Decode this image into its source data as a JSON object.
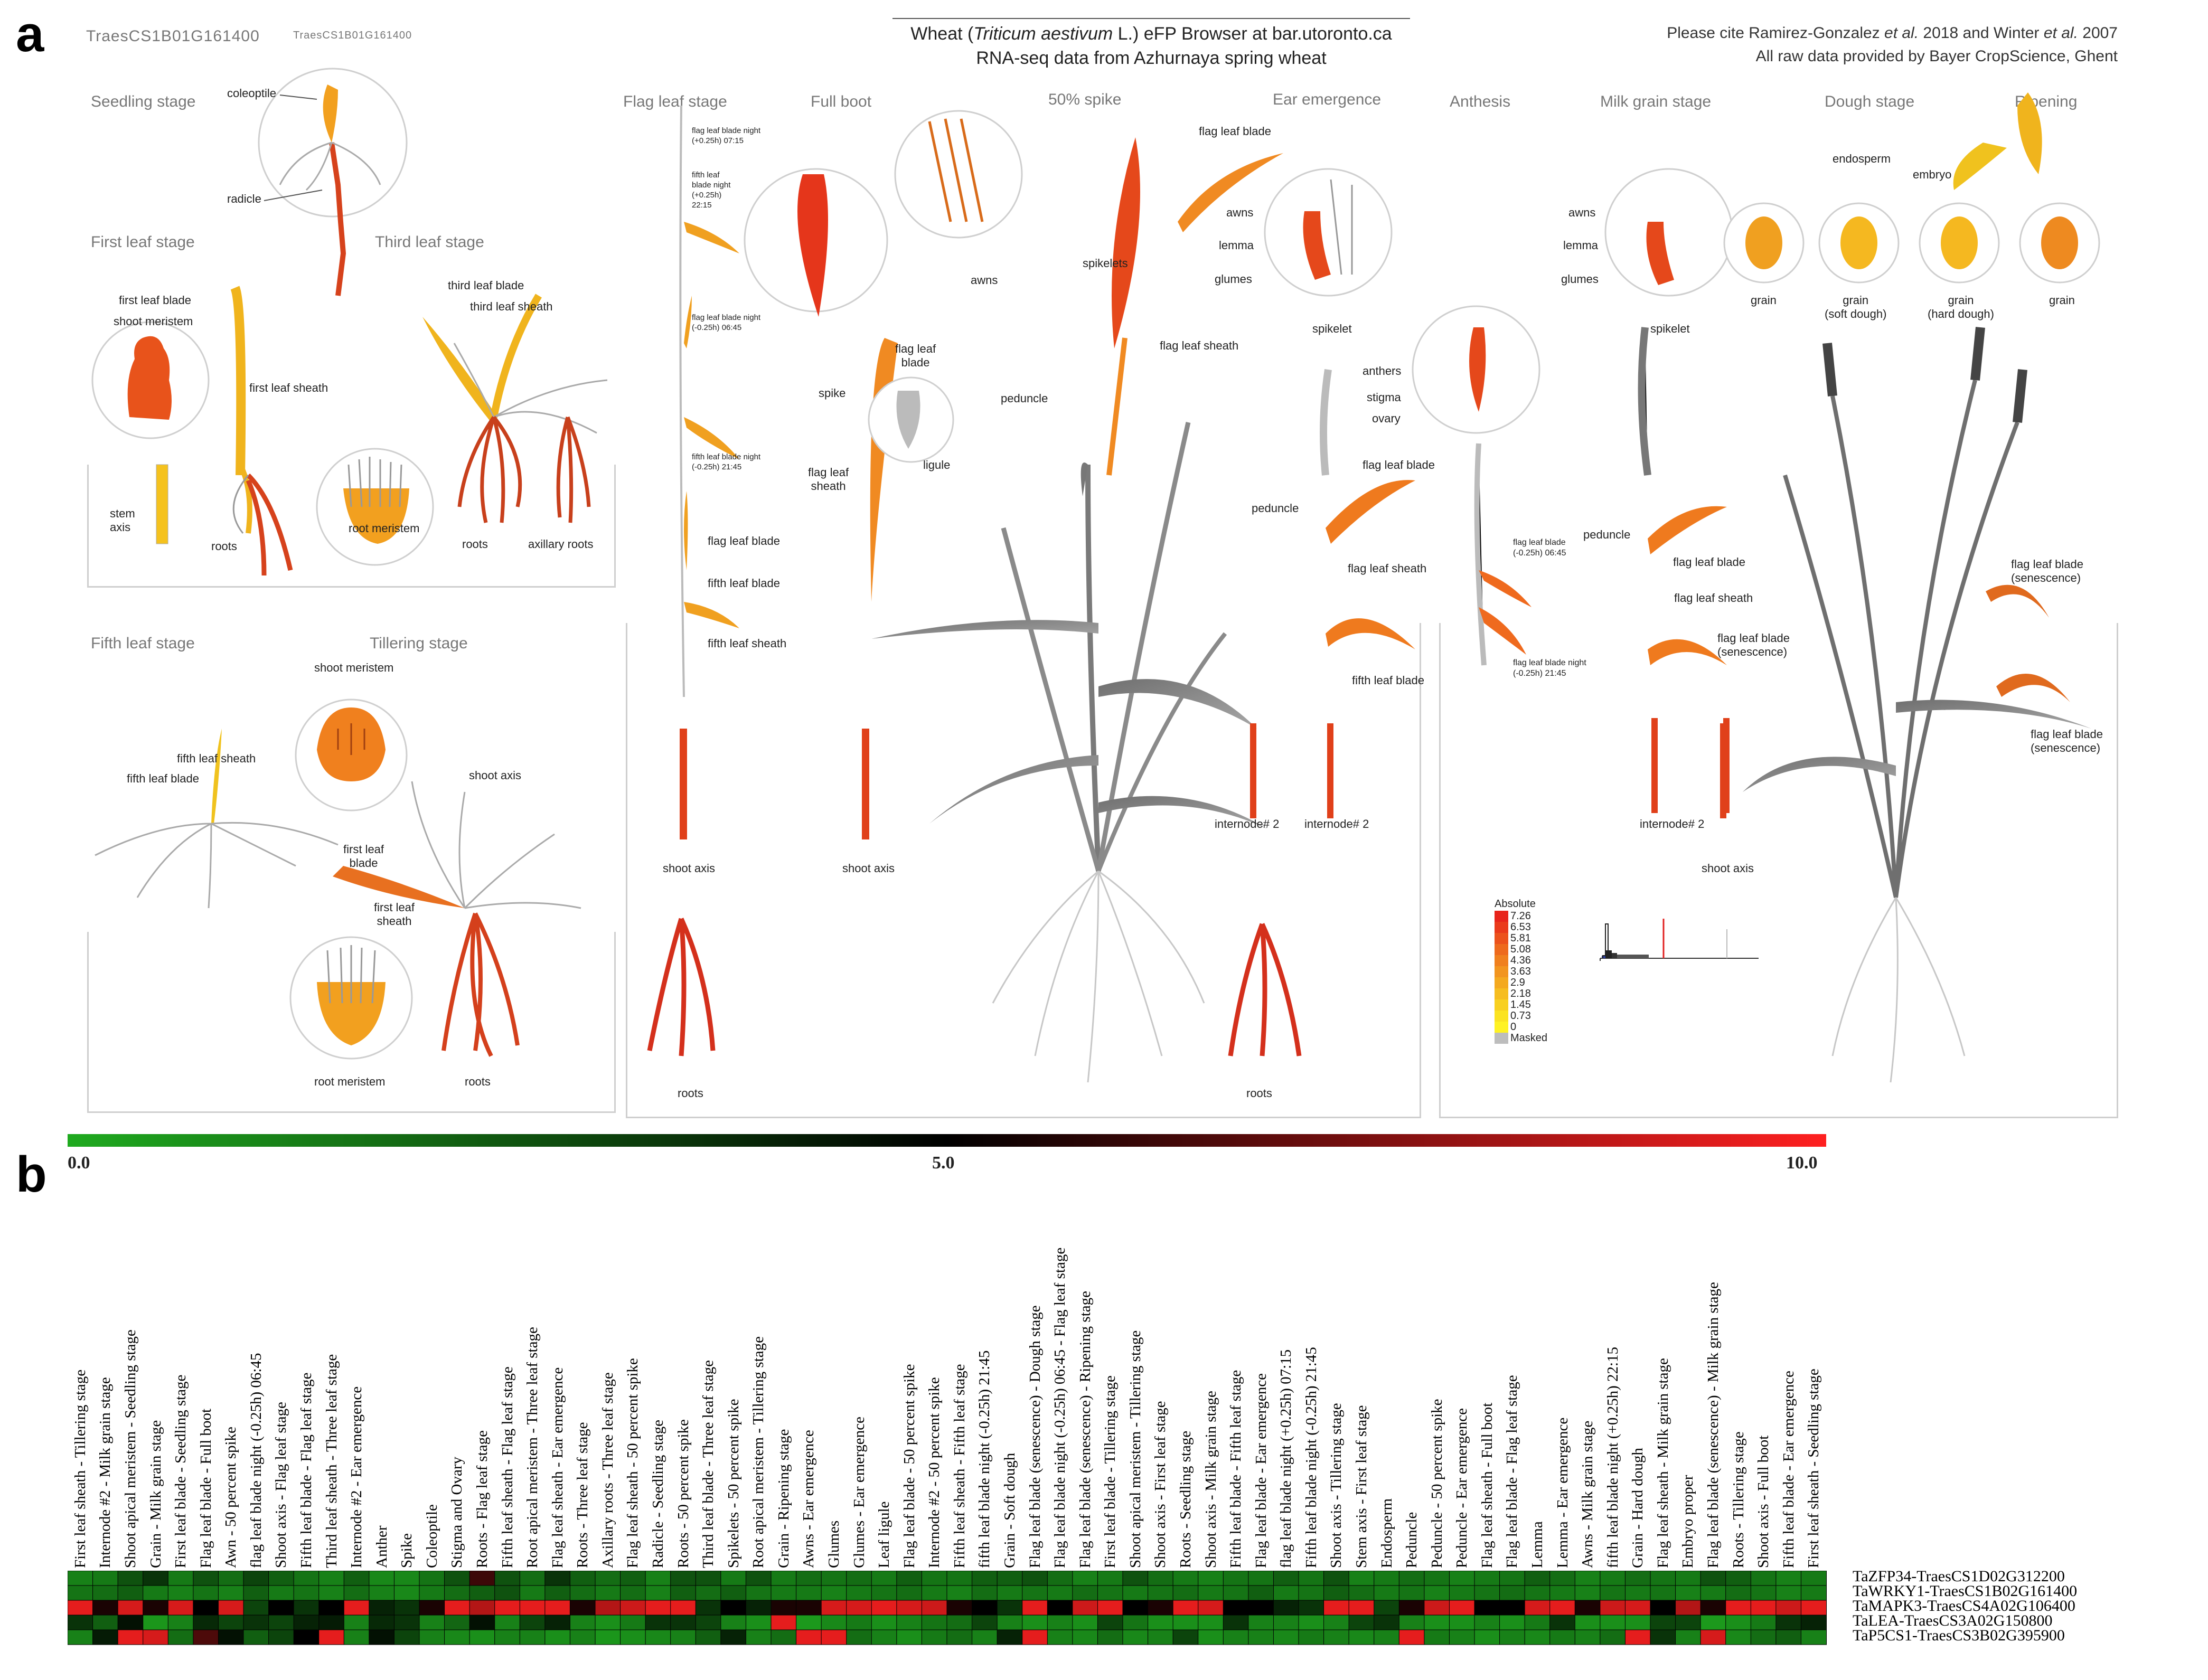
{
  "panel_a": {
    "letter": "a",
    "header_gene_left": "TraesCS1B01G161400",
    "header_gene_small": "TraesCS1B01G161400",
    "title_prefix": "Wheat (",
    "title_species": "Triticum aestivum",
    "title_suffix": " L.) eFP Browser at bar.utoronto.ca",
    "subtitle": "RNA-seq data from Azhurnaya spring wheat",
    "cite_prefix": "Please cite Ramirez-Gonzalez ",
    "cite_etal1": "et al.",
    "cite_mid": " 2018 and Winter ",
    "cite_etal2": "et al.",
    "cite_suffix": " 2007",
    "raw_data": "All raw data provided by Bayer CropScience, Ghent",
    "stages": {
      "seedling": "Seedling stage",
      "first_leaf": "First leaf stage",
      "third_leaf": "Third leaf stage",
      "fifth_leaf": "Fifth leaf stage",
      "tillering": "Tillering stage",
      "flag_leaf": "Flag leaf stage",
      "full_boot": "Full boot",
      "spike50": "50% spike",
      "ear_emergence": "Ear emergence",
      "anthesis": "Anthesis",
      "milk_grain": "Milk grain stage",
      "dough": "Dough stage",
      "ripening": "Ripening"
    },
    "labels": {
      "coleoptile": "coleoptile",
      "radicle": "radicle",
      "first_leaf_blade": "first leaf blade",
      "shoot_meristem": "shoot  meristem",
      "first_leaf_sheath": "first leaf sheath",
      "stem_axis": "stem\naxis",
      "roots": "roots",
      "root_meristem": "root  meristem",
      "third_leaf_blade": "third leaf blade",
      "third_leaf_sheath": "third leaf sheath",
      "axillary_roots": "axillary roots",
      "fifth_leaf_sheath": "fifth leaf sheath",
      "fifth_leaf_blade": "fifth leaf blade",
      "shoot_meristem2": "shoot  meristem",
      "shoot_axis": "shoot axis",
      "first_leaf_blade2": "first leaf\nblade",
      "first_leaf_sheath2": "first leaf\nsheath",
      "root_meristem2": "root  meristem",
      "roots2": "roots",
      "flag_night_0715": "flag leaf blade night\n(+0.25h) 07:15",
      "fifth_night_2215": "fifth leaf\nblade night\n(+0.25h)\n22:15",
      "flag_night_0645": "flag leaf blade night\n(-0.25h) 06:45",
      "fifth_night_2145": "fifth leaf blade night\n(-0.25h) 21:45",
      "flag_leaf_blade": "flag leaf blade",
      "fifth_leaf_blade2": "fifth leaf blade",
      "fifth_leaf_sheath2": "fifth leaf sheath",
      "spike": "spike",
      "flag_leaf_blade_fb": "flag leaf\nblade",
      "flag_leaf_sheath_fb": "flag leaf\nsheath",
      "peduncle": "peduncle",
      "ligule": "ligule",
      "awns": "awns",
      "spikelets": "spikelets",
      "flag_leaf_blade_50": "flag leaf blade",
      "flag_leaf_sheath_50": "flag leaf sheath",
      "shoot_axis_a": "shoot axis",
      "shoot_axis_b": "shoot axis",
      "roots_fb": "roots",
      "awns_ee": "awns",
      "lemma_ee": "lemma",
      "glumes_ee": "glumes",
      "spikelet_ee": "spikelet",
      "flag_leaf_blade_ee": "flag leaf blade",
      "peduncle_ee": "peduncle",
      "flag_leaf_sheath_ee": "flag leaf sheath",
      "fifth_leaf_blade_ee": "fifth leaf blade",
      "internode_a": "internode# 2",
      "internode_b": "internode# 2",
      "roots_ee": "roots",
      "anthers": "anthers",
      "stigma": "stigma",
      "ovary": "ovary",
      "flag_night_0645_an": "flag leaf blade\n(-0.25h) 06:45",
      "flag_night_2145_an": "flag leaf blade night\n(-0.25h) 21:45",
      "peduncle_an": "peduncle",
      "awns_mg": "awns",
      "lemma_mg": "lemma",
      "glumes_mg": "glumes",
      "spikelet_mg": "spikelet",
      "flag_leaf_blade_mg": "flag leaf blade",
      "flag_leaf_sheath_mg": "flag leaf sheath",
      "flag_senescence_mg": "flag leaf blade\n(senescence)",
      "internode_mg": "internode# 2",
      "shoot_axis_mg": "shoot axis",
      "endosperm": "endosperm",
      "embryo": "embryo",
      "grain1": "grain",
      "grain_soft": "grain\n(soft dough)",
      "grain_hard": "grain\n(hard dough)",
      "grain2": "grain",
      "flag_senescence_r1": "flag leaf blade\n(senescence)",
      "flag_senescence_r2": "flag leaf blade\n(senescence)"
    },
    "legend": {
      "title": "Absolute",
      "ticks": [
        "7.26",
        "6.53",
        "5.81",
        "5.08",
        "4.36",
        "3.63",
        "2.9",
        "2.18",
        "1.45",
        "0.73",
        "0"
      ],
      "masked": "Masked",
      "colors": [
        "#e8241b",
        "#ea3a1b",
        "#ec521c",
        "#ee6a1d",
        "#f0801e",
        "#f2951f",
        "#f4a91f",
        "#f6bd20",
        "#f8d020",
        "#fbe321",
        "#fff223"
      ],
      "masked_color": "#bdbdbd"
    }
  },
  "panel_b": {
    "letter": "b",
    "scale": {
      "min": "0.0",
      "mid": "5.0",
      "max": "10.0"
    },
    "gradient_colors": [
      "#1faa1f",
      "#000000",
      "#ff2020"
    ],
    "columns": [
      "First leaf sheath - Tillering stage",
      "Internode #2 - Milk grain stage",
      "Shoot apical meristem - Seedling stage",
      "Grain - Milk grain stage",
      "First leaf blade - Seedling stage",
      "Flag leaf blade - Full boot",
      "Awn - 50 percent spike",
      "flag leaf blade night (-0.25h) 06:45",
      "Shoot axis - Flag leaf stage",
      "Fifth leaf blade - Flag leaf stage",
      "Third leaf sheath - Three leaf stage",
      "Internode #2 - Ear emergence",
      "Anther",
      "Spike",
      "Coleoptile",
      "Stigma and Ovary",
      "Roots - Flag leaf stage",
      "Fifth leaf sheath - Flag leaf stage",
      "Root apical meristem - Three leaf stage",
      "Flag leaf sheath - Ear emergence",
      "Roots - Three leaf stage",
      "Axillary roots - Three leaf stage",
      "Flag leaf sheath - 50 percent spike",
      "Radicle - Seedling stage",
      "Roots - 50 percent spike",
      "Third leaf blade - Three leaf stage",
      "Spikelets - 50 percent spike",
      "Root apical meristem - Tillering stage",
      "Grain - Ripening stage",
      "Awns - Ear emergence",
      "Glumes",
      "Glumes - Ear emergence",
      "Leaf ligule",
      "Flag leaf blade - 50 percent spike",
      "Internode #2 - 50 percent spike",
      "Fifth leaf sheath - Fifth leaf stage",
      "fifth leaf blade night (-0.25h) 21:45",
      "Grain - Soft dough",
      "Flag leaf blade (senescence) - Dough stage",
      "Flag leaf blade night (-0.25h) 06:45 - Flag leaf stage",
      "Flag leaf blade (senescence) - Ripening stage",
      "First leaf blade - Tillering stage",
      "Shoot apical meristem - Tillering stage",
      "Shoot axis - First leaf stage",
      "Roots - Seedling stage",
      "Shoot axis - Milk grain stage",
      "Fifth leaf blade - Fifth leaf stage",
      "Flag leaf blade - Ear emergence",
      "flag leaf blade night (+0.25h) 07:15",
      "Fifth leaf blade night (-0.25h) 21:45",
      "Shoot axis - Tillering stage",
      "Stem axis - First leaf stage",
      "Endosperm",
      "Peduncle",
      "Peduncle - 50 percent spike",
      "Peduncle - Ear emergence",
      "Flag leaf sheath - Full boot",
      "Flag leaf blade - Flag leaf stage",
      "Lemma",
      "Lemma - Ear emergence",
      "Awns - Milk grain stage",
      "fifth leaf blade night (+0.25h) 22:15",
      "Grain - Hard dough",
      "Flag leaf sheath - Milk grain stage",
      "Embryo proper",
      "Flag leaf blade (senescence) - Milk grain stage",
      "Roots - Tillering stage",
      "Shoot axis - Full boot",
      "Fifth leaf blade - Ear emergence",
      "First leaf sheath - Seedling stage"
    ],
    "genes": [
      "TaZFP34-TraesCS1D02G312200",
      "TaWRKY1-TraesCS1B02G161400",
      "TaMAPK3-TraesCS4A02G106400",
      "TaLEA-TraesCS3A02G150800",
      "TaP5CS1-TraesCS3B02G395900"
    ],
    "heatmap_values": [
      [
        1.2,
        1.4,
        2.6,
        3.5,
        1.4,
        2.6,
        1.8,
        3.0,
        2.2,
        1.6,
        1.2,
        2.2,
        1.0,
        1.0,
        1.6,
        2.6,
        6.2,
        2.6,
        1.8,
        3.5,
        2.2,
        1.8,
        2.2,
        1.2,
        2.6,
        2.6,
        1.4,
        2.6,
        1.4,
        1.8,
        1.6,
        1.8,
        1.4,
        2.2,
        1.6,
        1.6,
        2.2,
        2.2,
        2.6,
        1.8,
        1.2,
        1.4,
        2.6,
        1.8,
        1.4,
        1.2,
        1.6,
        1.6,
        2.2,
        1.6,
        2.6,
        1.2,
        1.4,
        1.8,
        1.6,
        1.2,
        1.4,
        1.6,
        2.2,
        1.8,
        1.2,
        1.4,
        1.8,
        1.6,
        1.4,
        2.6,
        2.2,
        1.6,
        1.2,
        1.4
      ],
      [
        1.6,
        1.8,
        2.2,
        1.4,
        1.2,
        1.6,
        1.2,
        2.2,
        1.4,
        1.6,
        1.2,
        1.8,
        1.2,
        1.0,
        1.4,
        1.8,
        2.2,
        2.6,
        1.4,
        2.2,
        1.8,
        1.4,
        1.8,
        1.2,
        2.2,
        1.8,
        2.2,
        1.6,
        1.4,
        1.4,
        1.2,
        1.4,
        1.6,
        1.8,
        1.4,
        1.2,
        1.8,
        1.4,
        1.6,
        1.4,
        1.8,
        1.6,
        1.4,
        1.6,
        1.8,
        1.4,
        1.6,
        2.2,
        1.4,
        1.6,
        2.2,
        1.8,
        1.4,
        1.6,
        1.2,
        1.4,
        1.6,
        1.8,
        1.6,
        1.4,
        1.2,
        1.6,
        1.4,
        1.6,
        1.2,
        1.4,
        1.8,
        1.6,
        1.2,
        1.4
      ],
      [
        9.5,
        5.5,
        9.2,
        5.5,
        9.2,
        5.0,
        9.2,
        3.0,
        5.0,
        3.5,
        5.0,
        9.5,
        4.0,
        3.5,
        5.5,
        9.5,
        8.5,
        9.5,
        9.5,
        9.5,
        5.5,
        8.5,
        9.0,
        9.5,
        9.5,
        3.5,
        5.0,
        4.0,
        5.5,
        5.5,
        9.2,
        9.2,
        9.5,
        9.2,
        9.0,
        5.5,
        5.0,
        3.5,
        9.5,
        5.0,
        9.0,
        9.5,
        5.0,
        5.5,
        9.5,
        9.2,
        5.0,
        5.0,
        4.0,
        3.5,
        9.5,
        9.5,
        3.0,
        5.5,
        9.0,
        9.5,
        5.0,
        5.0,
        9.2,
        9.5,
        5.5,
        9.0,
        9.2,
        5.0,
        8.5,
        5.5,
        9.5,
        9.5,
        9.0,
        9.5
      ],
      [
        3.5,
        2.2,
        4.5,
        0.6,
        1.2,
        3.8,
        3.0,
        3.5,
        3.0,
        4.0,
        4.2,
        1.2,
        3.8,
        3.5,
        1.2,
        2.0,
        4.5,
        1.2,
        3.0,
        4.0,
        1.2,
        0.8,
        1.4,
        3.5,
        3.5,
        3.0,
        1.2,
        0.8,
        9.5,
        0.5,
        1.0,
        1.4,
        0.8,
        1.2,
        1.6,
        1.8,
        3.0,
        1.2,
        0.8,
        1.2,
        0.8,
        3.0,
        1.6,
        0.8,
        0.8,
        0.8,
        3.5,
        1.2,
        1.2,
        0.8,
        1.2,
        3.0,
        3.5,
        1.2,
        0.8,
        0.8,
        1.2,
        0.8,
        1.4,
        3.5,
        0.8,
        0.8,
        0.8,
        3.0,
        3.0,
        0.5,
        0.8,
        1.4,
        3.5,
        4.0
      ],
      [
        1.2,
        4.2,
        9.5,
        9.2,
        1.8,
        6.5,
        4.5,
        2.2,
        3.0,
        5.0,
        9.5,
        1.2,
        4.5,
        3.0,
        1.2,
        1.0,
        0.8,
        1.2,
        1.2,
        0.8,
        1.2,
        0.6,
        0.8,
        1.0,
        1.2,
        2.2,
        4.0,
        1.2,
        1.8,
        9.5,
        9.5,
        1.8,
        1.2,
        0.8,
        1.4,
        1.8,
        1.2,
        4.0,
        9.5,
        1.2,
        1.0,
        1.8,
        1.0,
        1.2,
        3.0,
        0.8,
        1.2,
        1.2,
        1.0,
        1.4,
        1.2,
        1.0,
        1.2,
        9.5,
        1.4,
        1.2,
        0.8,
        1.2,
        1.0,
        1.4,
        1.2,
        1.8,
        9.5,
        3.5,
        1.2,
        9.2,
        1.0,
        1.8,
        2.2,
        1.2
      ]
    ]
  }
}
